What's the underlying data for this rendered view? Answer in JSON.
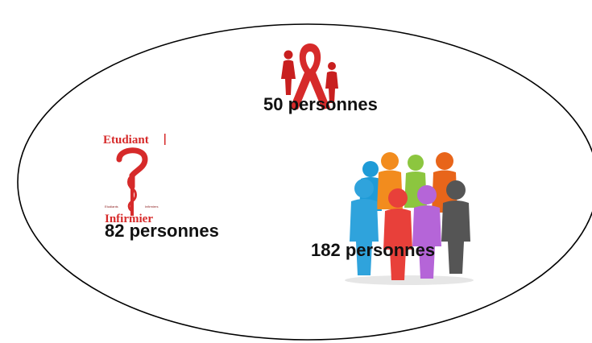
{
  "groups": {
    "ribbon": {
      "count_label": "50 personnes",
      "icon": "red-ribbon-figures-icon",
      "color": "#d62a2a"
    },
    "students": {
      "count_label": "82 personnes",
      "icon": "nursing-student-logo-icon",
      "logo_top": "Etudiant",
      "logo_bottom": "Infirmier",
      "logo_small_left": "Etudiants",
      "logo_small_right": "Infirmiers",
      "color": "#d62a2a"
    },
    "people": {
      "count_label": "182 personnes",
      "icon": "crowd-people-icon",
      "colors": [
        "#1e9bd7",
        "#f28c1e",
        "#8cc63f",
        "#e8651a",
        "#2fa3dc",
        "#e8403a",
        "#b565d8",
        "#555555"
      ]
    }
  }
}
